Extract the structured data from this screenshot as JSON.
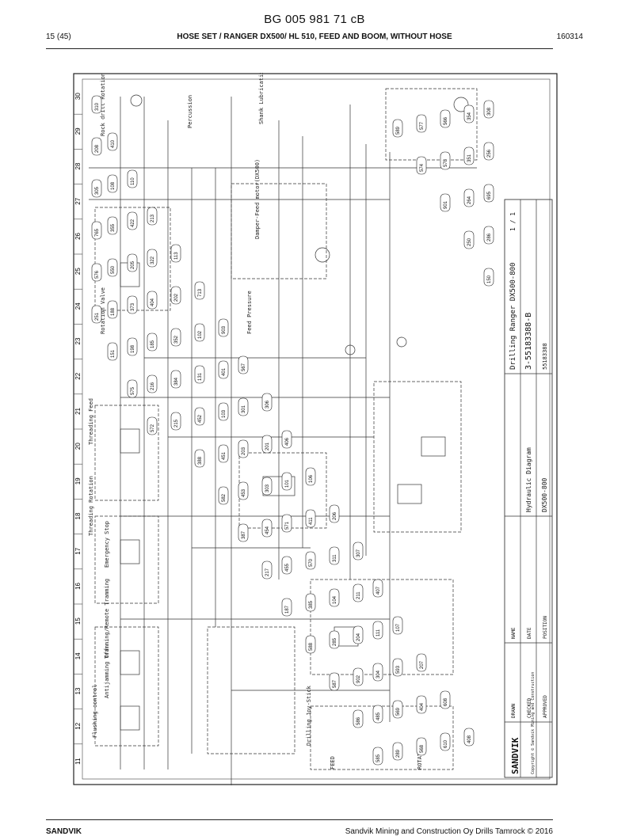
{
  "header": {
    "doc_number": "BG 005 981 71 cB",
    "page_counter": "15 (45)",
    "title": "HOSE SET / RANGER DX500/ HL 510, FEED AND BOOM, WITHOUT HOSE",
    "date": "160314"
  },
  "footer": {
    "logo": "SANDVIK",
    "copyright": "Sandvik Mining and Construction Oy Drills Tamrock © 2016"
  },
  "drawing": {
    "grid_numbers": [
      "30",
      "29",
      "28",
      "27",
      "26",
      "25",
      "24",
      "23",
      "22",
      "21",
      "20",
      "19",
      "18",
      "17",
      "16",
      "15",
      "14",
      "13",
      "12",
      "11"
    ],
    "title_block": {
      "project": "Drilling Ranger DX500-800",
      "diagram": "Hydraulic Diagram",
      "model": "DX500-800",
      "drawing_no": "3-55183388-B",
      "old_no": "55183388",
      "sheet": "1 / 1",
      "brand": "SANDVIK",
      "brand_sub": "Copyright © Sandvik Mining and Construction",
      "name_label": "NAME",
      "date_label": "DATE",
      "drawn_label": "DRAWN",
      "checked_label": "CHECKED",
      "approved_label": "APPROVED",
      "position_label": "POSITION"
    },
    "sections": [
      "Rock drill Rotation",
      "Percussion",
      "Shank Lubrication",
      "Rotation Valve",
      "Feed Pressure",
      "Damper-Feed motor(DX500)",
      "Threading Feed",
      "Threading Rotation",
      "Emergency Stop",
      "Tramming/Remote Tramming",
      "Antijamming Off",
      "Flushing control",
      "Drilling Joy-Stick",
      "FEED",
      "ROTATION"
    ],
    "hose_tags": [
      "310",
      "410",
      "110",
      "213",
      "113",
      "713",
      "903",
      "567",
      "306",
      "406",
      "106",
      "206",
      "307",
      "407",
      "107",
      "207",
      "608",
      "408",
      "308",
      "208",
      "108",
      "422",
      "322",
      "202",
      "102",
      "401",
      "301",
      "201",
      "101",
      "411",
      "311",
      "211",
      "111",
      "593",
      "404",
      "610",
      "354",
      "256",
      "305",
      "355",
      "205",
      "404",
      "352",
      "131",
      "103",
      "203",
      "303",
      "571",
      "570",
      "104",
      "204",
      "304",
      "569",
      "568",
      "566",
      "351",
      "695",
      "765",
      "550",
      "373",
      "185",
      "384",
      "452",
      "451",
      "453",
      "454",
      "455",
      "385",
      "285",
      "902",
      "485",
      "289",
      "577",
      "578",
      "264",
      "286",
      "576",
      "188",
      "198",
      "216",
      "215",
      "388",
      "582",
      "387",
      "217",
      "187",
      "588",
      "587",
      "586",
      "585",
      "589",
      "574",
      "901",
      "250",
      "150",
      "251",
      "151",
      "575",
      "572"
    ]
  }
}
